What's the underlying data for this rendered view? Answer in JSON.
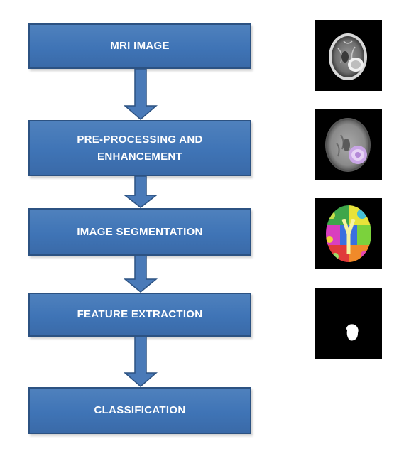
{
  "flowchart": {
    "steps": [
      {
        "label": "MRI IMAGE"
      },
      {
        "label": "PRE-PROCESSING AND\nENHANCEMENT"
      },
      {
        "label": "IMAGE SEGMENTATION"
      },
      {
        "label": "FEATURE EXTRACTION"
      },
      {
        "label": "CLASSIFICATION"
      }
    ],
    "colors": {
      "box_fill": "#4f81bd",
      "box_border": "#2c5282",
      "arrow_fill": "#4a7ab8",
      "text": "#ffffff"
    },
    "thumbnails": [
      {
        "icon": "brain-mri-scan-icon"
      },
      {
        "icon": "enhanced-brain-mri-icon"
      },
      {
        "icon": "segmented-brain-color-map-icon"
      },
      {
        "icon": "extracted-tumor-mask-icon"
      }
    ]
  }
}
